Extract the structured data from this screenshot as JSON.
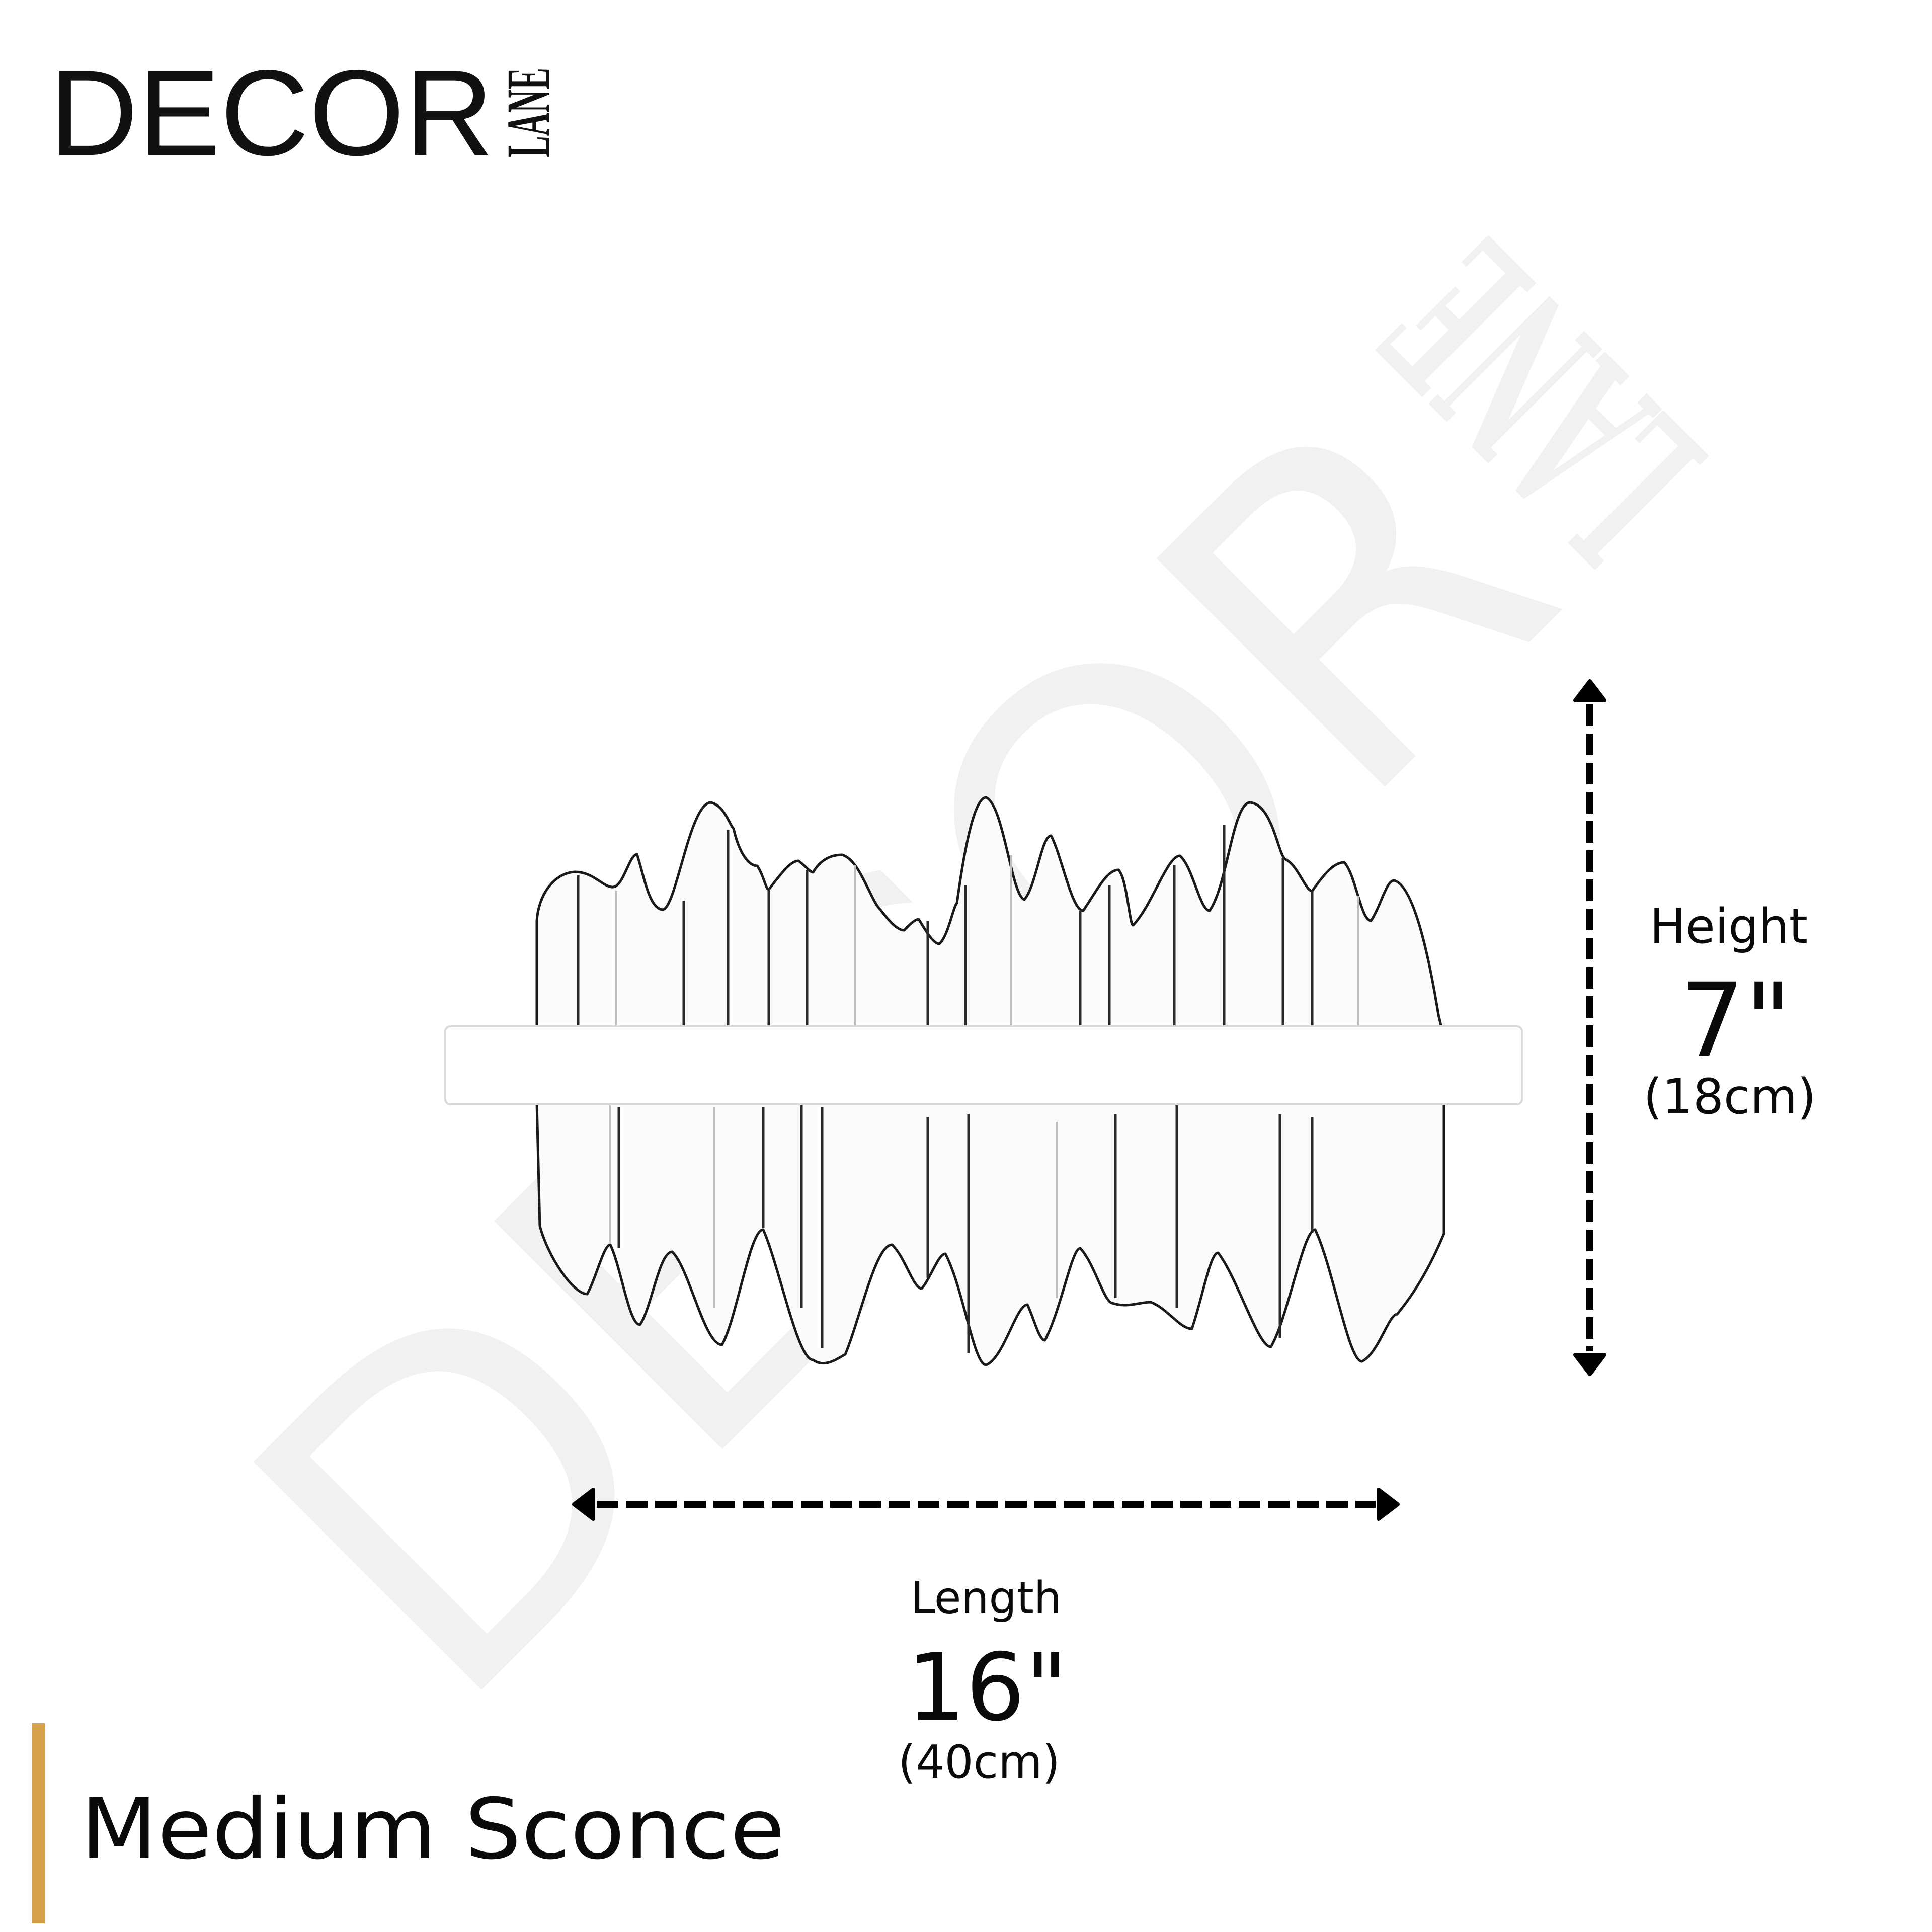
{
  "brand": {
    "logo_main": "DECOR",
    "logo_sub": "LANE"
  },
  "watermark": {
    "main": "DECOR",
    "sub": "LANE",
    "color": "#F1F1F1"
  },
  "product": {
    "title": "Medium Sconce",
    "accent_color": "#D4A04A"
  },
  "dimensions": {
    "height": {
      "label": "Height",
      "value": "7\"",
      "metric": "(18cm)"
    },
    "length": {
      "label": "Length",
      "value": "16\"",
      "metric": "(40cm)"
    }
  },
  "icons": {
    "height_arrow": "double-headed-vertical-dashed-arrow",
    "length_arrow": "double-headed-horizontal-dashed-arrow"
  }
}
